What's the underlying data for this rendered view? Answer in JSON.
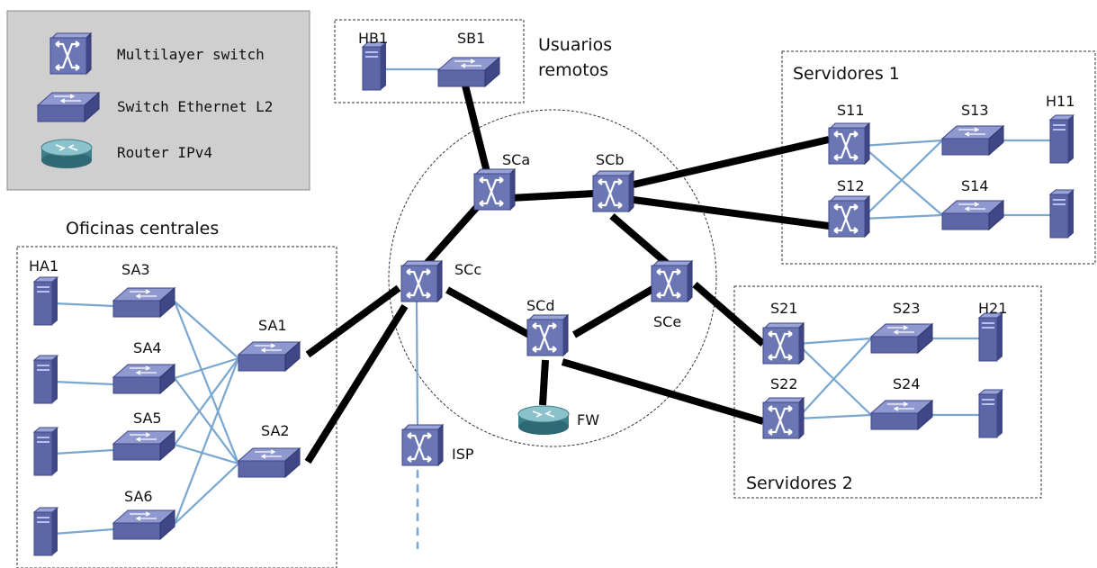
{
  "legend": {
    "items": [
      {
        "icon": "multilayer-switch-icon",
        "label": "Multilayer switch"
      },
      {
        "icon": "l2-switch-icon",
        "label": "Switch Ethernet L2"
      },
      {
        "icon": "router-icon",
        "label": "Router IPv4"
      }
    ]
  },
  "groups": {
    "remote_users": "Usuarios\nremotos",
    "servers1": "Servidores 1",
    "servers2": "Servidores 2",
    "central_offices": "Oficinas centrales"
  },
  "nodes": {
    "HB1": "HB1",
    "SB1": "SB1",
    "SCa": "SCa",
    "SCb": "SCb",
    "SCc": "SCc",
    "SCd": "SCd",
    "SCe": "SCe",
    "FW": "FW",
    "ISP": "ISP",
    "S11": "S11",
    "S12": "S12",
    "S13": "S13",
    "S14": "S14",
    "H11": "H11",
    "S21": "S21",
    "S22": "S22",
    "S23": "S23",
    "S24": "S24",
    "H21": "H21",
    "HA1": "HA1",
    "SA1": "SA1",
    "SA2": "SA2",
    "SA3": "SA3",
    "SA4": "SA4",
    "SA5": "SA5",
    "SA6": "SA6"
  },
  "colors": {
    "device_blue": "#6b76b5",
    "device_dark": "#3f4787",
    "link_thin": "#7aa7cf",
    "link_thick": "#000000",
    "legend_bg": "#cfcfcf",
    "router_teal": "#4f8f99"
  }
}
